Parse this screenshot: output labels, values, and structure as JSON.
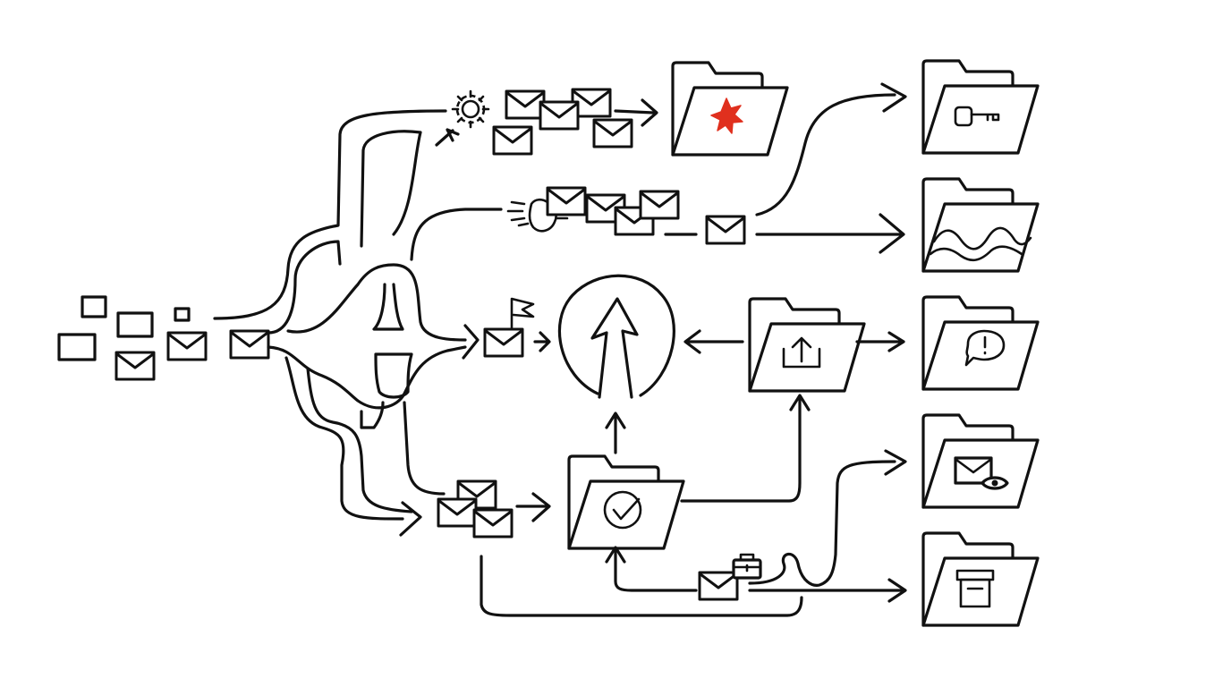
{
  "colors": {
    "ink": "#111111",
    "background": "#ffffff",
    "accent": "#e0301e"
  },
  "icons": [
    "envelope-icon",
    "gear-icon",
    "folder-icon",
    "star-burst-icon",
    "key-icon",
    "wave-icon",
    "upload-icon",
    "alert-bubble-icon",
    "envelope-eye-icon",
    "archive-box-icon",
    "checkmark-icon",
    "flag-icon",
    "briefcase-icon",
    "up-arrow-circle-icon",
    "hand-icon"
  ],
  "destination_folders": [
    {
      "id": "starred",
      "icon": "star-burst-icon"
    },
    {
      "id": "key",
      "icon": "key-icon"
    },
    {
      "id": "wave",
      "icon": "wave-icon"
    },
    {
      "id": "alert",
      "icon": "alert-bubble-icon"
    },
    {
      "id": "watched",
      "icon": "envelope-eye-icon"
    },
    {
      "id": "archive",
      "icon": "archive-box-icon"
    }
  ],
  "hub_folders": [
    {
      "id": "upload",
      "icon": "upload-icon"
    },
    {
      "id": "approved",
      "icon": "checkmark-icon"
    }
  ]
}
